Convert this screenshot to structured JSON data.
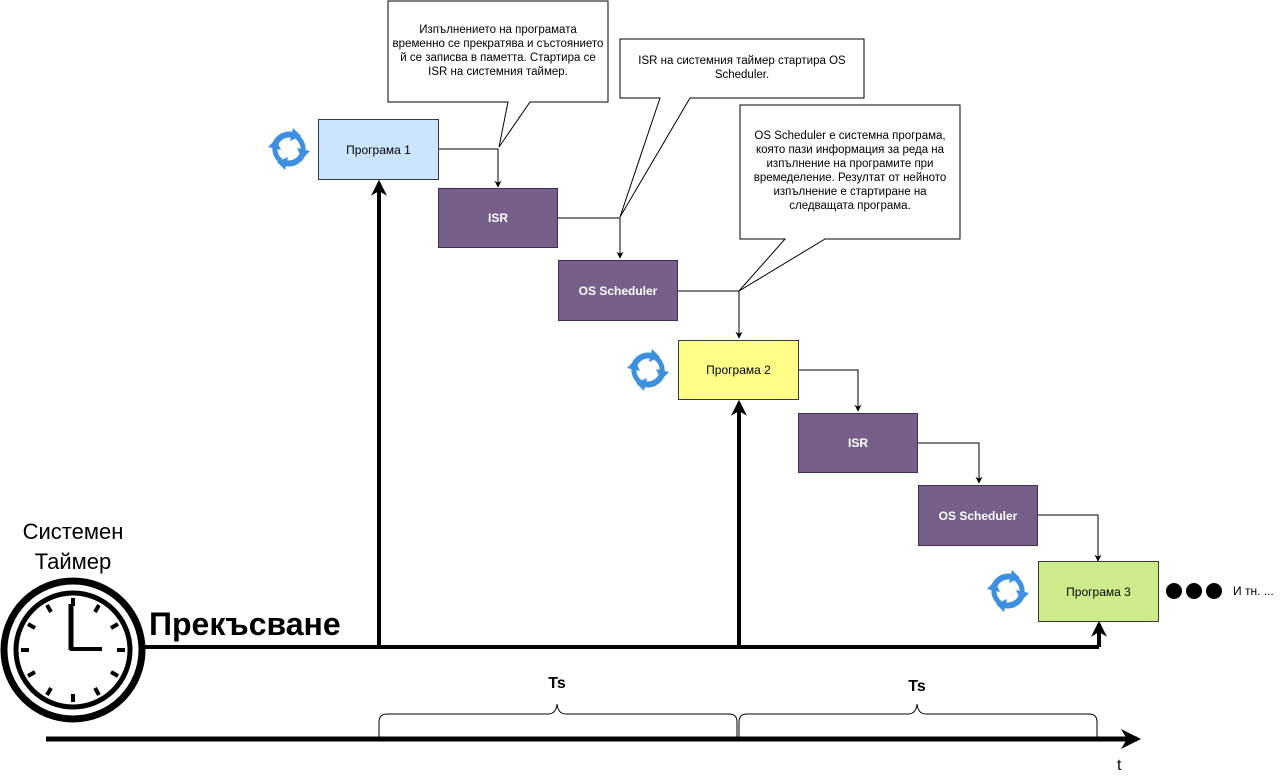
{
  "boxes": {
    "program1": "Програма 1",
    "isr1": "ISR",
    "scheduler1": "OS Scheduler",
    "program2": "Програма 2",
    "isr2": "ISR",
    "scheduler2": "OS Scheduler",
    "program3": "Програма 3"
  },
  "callouts": {
    "interrupt": "Изпълнението на програмата временно се прекратява и състоянието й се записва в паметта. Стартира се ISR на системния таймер.",
    "isr": "ISR на системния таймер стартира OS Scheduler.",
    "scheduler": "OS Scheduler е системна програма, която пази информация за реда на изпълнение на програмите при времеделение. Резултат от нейното изпълнение е стартиране на следващата програма."
  },
  "labels": {
    "timer_line1": "Системен",
    "timer_line2": "Таймер",
    "interrupt": "Прекъсване",
    "continuation": "И тн. ...",
    "period1": "Ts",
    "period2": "Ts",
    "time_axis": "t"
  },
  "colors": {
    "program1": "#cce5ff",
    "program2": "#ffff88",
    "program3": "#cdeb8b",
    "isr_scheduler": "#76608a",
    "cycle_icon": "#3d8fe0"
  },
  "icons": [
    "cycle-icon",
    "clock-icon",
    "ellipsis-dots"
  ]
}
